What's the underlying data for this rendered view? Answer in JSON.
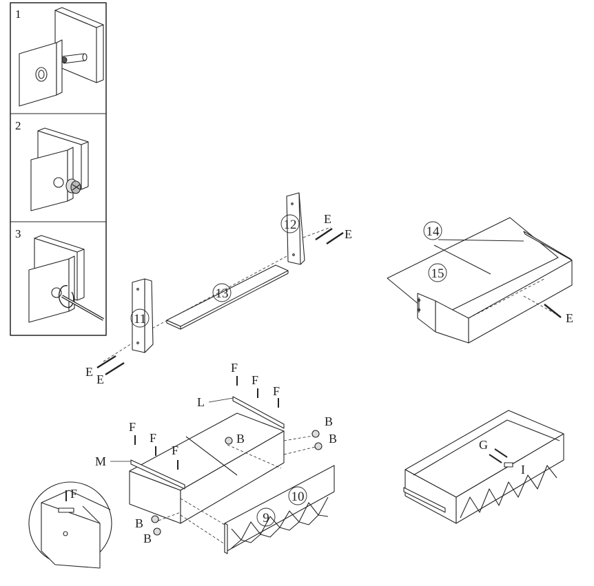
{
  "steps": [
    "1",
    "2",
    "3"
  ],
  "parts": {
    "p9": "9",
    "p10": "10",
    "p11": "11",
    "p12": "12",
    "p13": "13",
    "p14": "14",
    "p15": "15"
  },
  "hardware": {
    "B": "B",
    "E": "E",
    "F": "F",
    "G": "G",
    "I": "I",
    "L": "L",
    "M": "M"
  }
}
